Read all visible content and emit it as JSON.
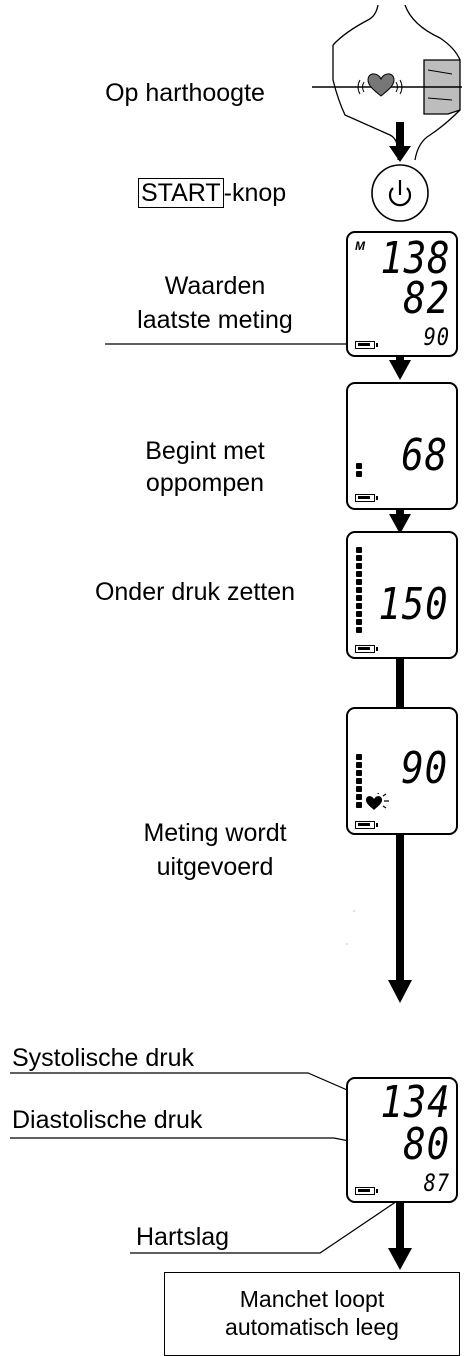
{
  "steps": {
    "heart_height": "Op harthoogte",
    "start_word": "START",
    "start_suffix": "-knop",
    "last_values_1": "Waarden",
    "last_values_2": "laatste meting",
    "inflate_1": "Begint met",
    "inflate_2": "oppompen",
    "pressurize": "Onder druk zetten",
    "measuring_1": "Meting wordt",
    "measuring_2": "uitgevoerd",
    "systolic": "Systolische druk",
    "diastolic": "Diastolische druk",
    "pulse": "Hartslag",
    "deflate_1": "Manchet loopt",
    "deflate_2": "automatisch leeg"
  },
  "displays": {
    "memory": {
      "indicator": "M",
      "sys": "138",
      "dia": "82",
      "pulse": "90"
    },
    "inflating": {
      "value": "68"
    },
    "pressurizing": {
      "value": "150"
    },
    "measuring": {
      "value": "90"
    },
    "result": {
      "sys": "134",
      "dia": "80",
      "pulse": "87"
    }
  },
  "icons": [
    "heart-icon",
    "power-icon",
    "battery-icon",
    "arrow-icon",
    "pressure-bar-icon"
  ]
}
